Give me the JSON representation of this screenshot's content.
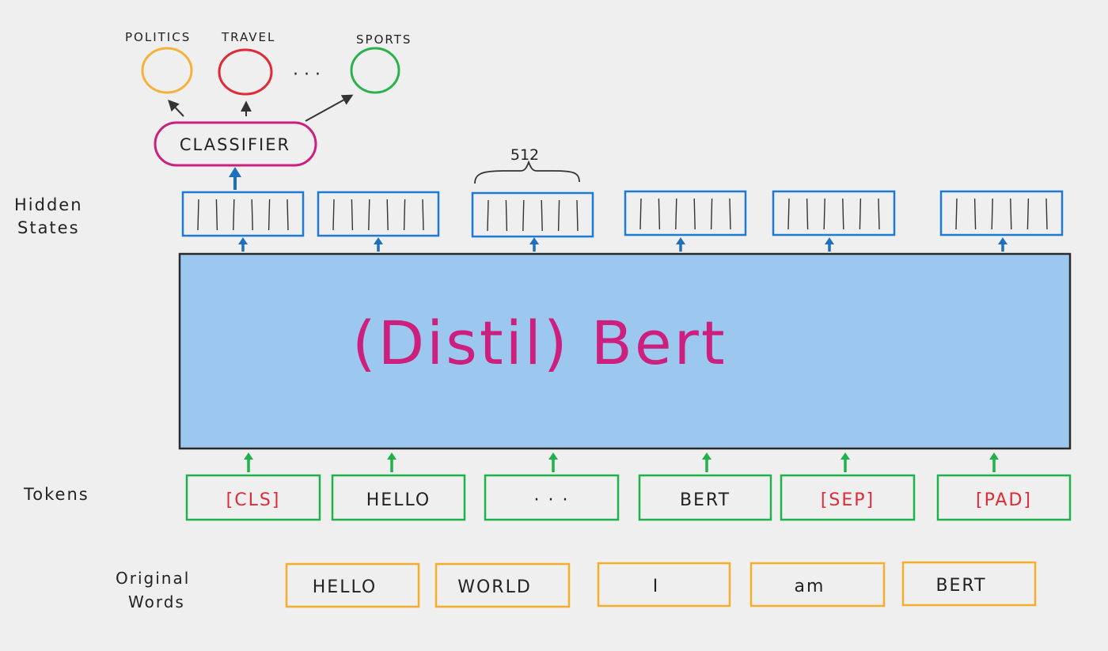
{
  "labels": {
    "hidden_states": [
      "Hidden",
      "States"
    ],
    "tokens": "Tokens",
    "original_words": [
      "Original",
      "Words"
    ],
    "classifier": "CLASSIFIER",
    "model": "(Distil) Bert",
    "dim": "512",
    "class_ellipsis": "· · ·"
  },
  "classes": [
    {
      "label": "POLITICS",
      "color": "#f4b23b"
    },
    {
      "label": "TRAVEL",
      "color": "#e02a35"
    },
    {
      "label": "SPORTS",
      "color": "#29b24a"
    }
  ],
  "tokens": [
    {
      "text": "[CLS]",
      "special": true
    },
    {
      "text": "HELLO",
      "special": false
    },
    {
      "text": "· · ·",
      "special": false
    },
    {
      "text": "BERT",
      "special": false
    },
    {
      "text": "[SEP]",
      "special": true
    },
    {
      "text": "[PAD]",
      "special": true
    }
  ],
  "original_words": [
    "HELLO",
    "WORLD",
    "I",
    "am",
    "BERT"
  ],
  "colors": {
    "classifier": "#cc1f7e",
    "hidden_state": "#1f7ad1",
    "model_fill": "#9cc8ef",
    "model_text": "#cc1f7e",
    "token_border": "#1fb24a",
    "special_token": "#e02a35",
    "word_border": "#f5ae2a",
    "up_arrow_top": "#1f6fbf",
    "up_arrow_bottom": "#1fb24a"
  }
}
